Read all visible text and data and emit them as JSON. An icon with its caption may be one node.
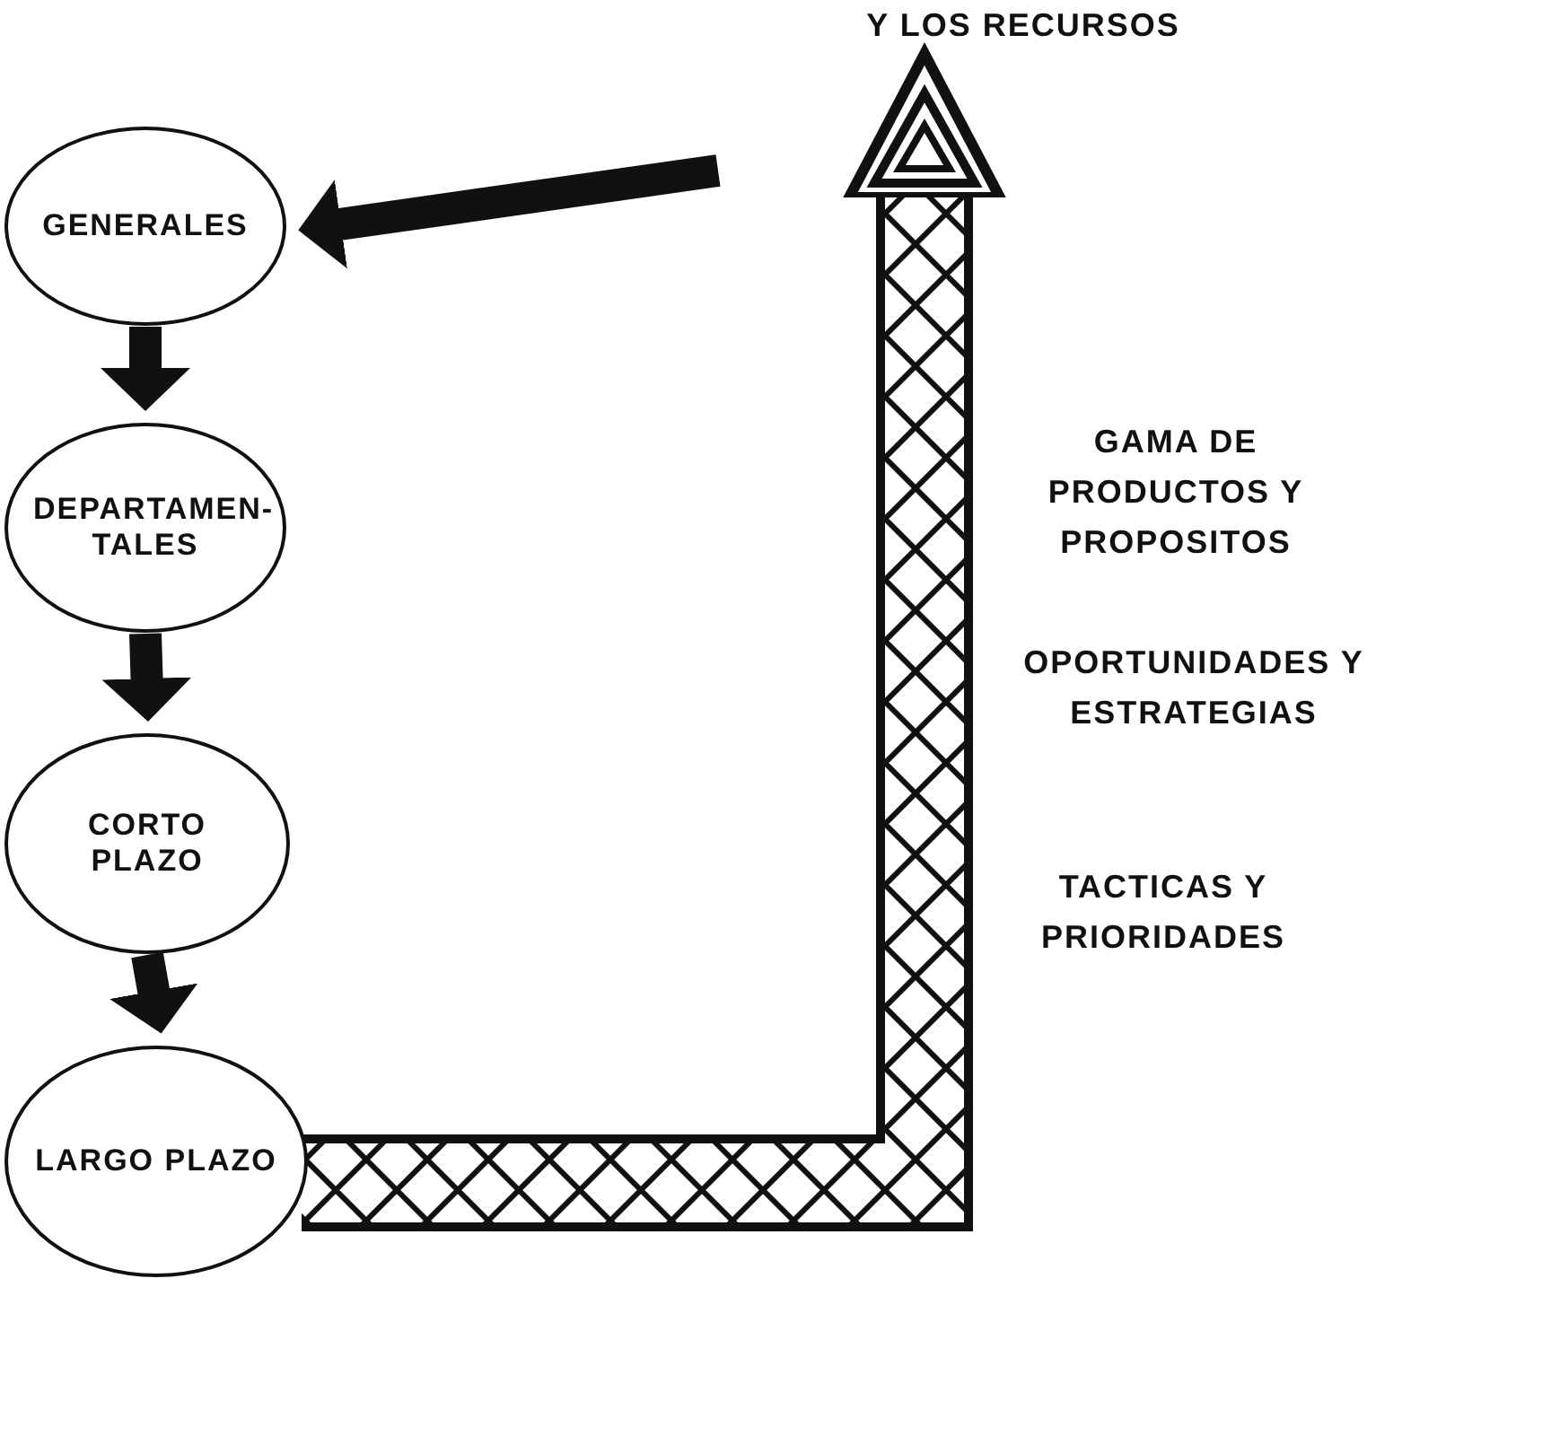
{
  "diagram": {
    "nodes": [
      {
        "text": [
          "GENERALES"
        ]
      },
      {
        "text": [
          "DEPARTAMEN- TALES"
        ]
      },
      {
        "text": [
          "CORTO PLAZO"
        ]
      },
      {
        "text": [
          "LARGO PLAZO"
        ]
      }
    ],
    "edges": [
      {
        "from": null,
        "to": 0,
        "arrow": "to"
      },
      {
        "from": 0,
        "to": 1,
        "arrow": "to"
      },
      {
        "from": 1,
        "to": 2,
        "arrow": "to"
      },
      {
        "from": 2,
        "to": 3,
        "arrow": "to"
      },
      {
        "from": 3,
        "to": null,
        "arrow": "to",
        "style": "thick"
      }
    ],
    "labels": [
      "Y LOS RECURSOS",
      "GAMA DE PRODUCTOS Y PROPOSITOS",
      "OPORTUNIDADES Y ESTRATEGIAS",
      "TACTICAS Y PRIORIDADES"
    ]
  }
}
